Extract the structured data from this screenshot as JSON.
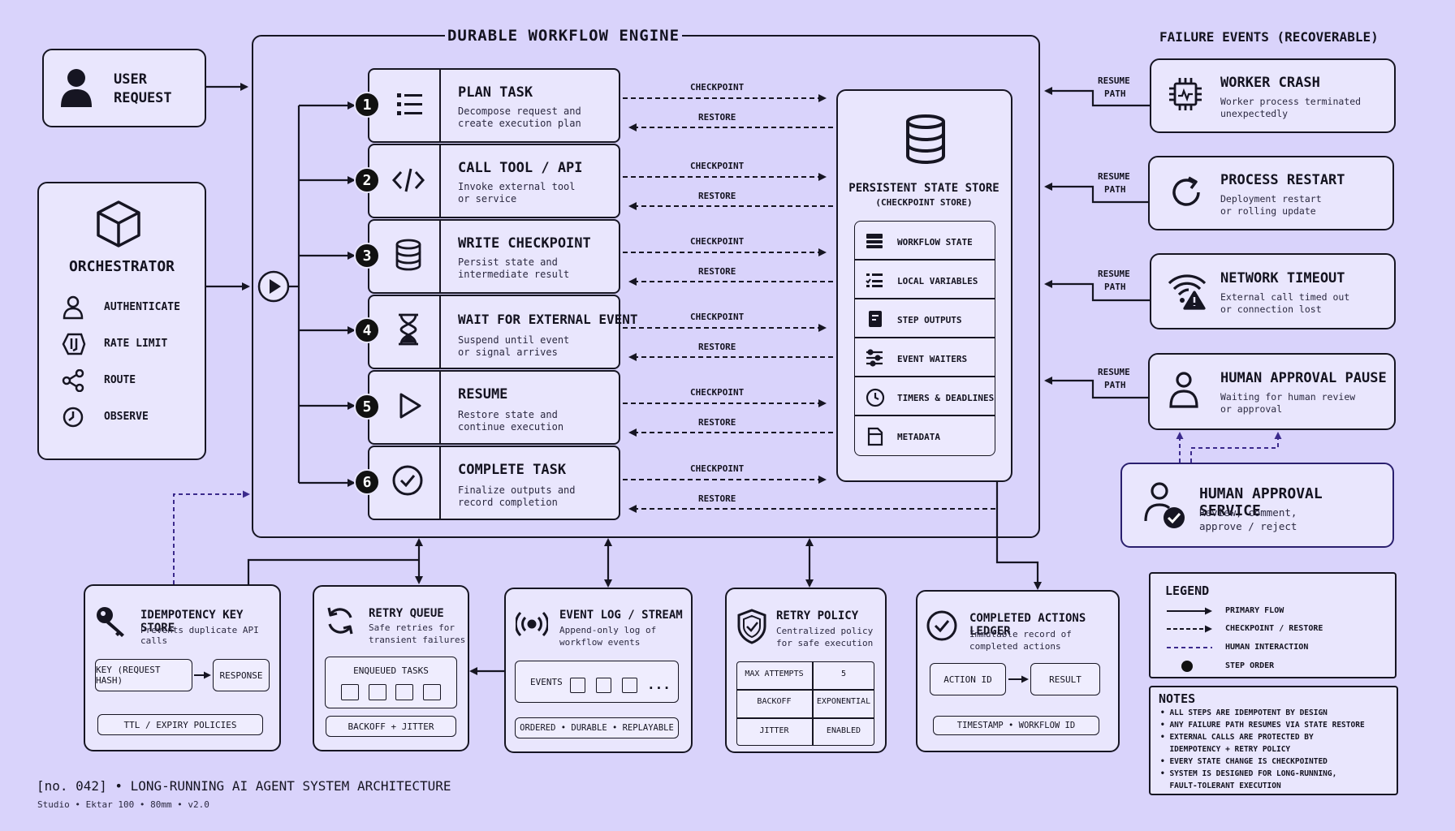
{
  "engine": {
    "title": "DURABLE WORKFLOW ENGINE"
  },
  "user_request": {
    "line1": "USER",
    "line2": "REQUEST"
  },
  "orchestrator": {
    "title": "ORCHESTRATOR",
    "items": [
      {
        "label": "AUTHENTICATE",
        "icon": "user-icon"
      },
      {
        "label": "RATE LIMIT",
        "icon": "rate-limit-icon"
      },
      {
        "label": "ROUTE",
        "icon": "share-icon"
      },
      {
        "label": "OBSERVE",
        "icon": "clock-icon"
      }
    ]
  },
  "steps": [
    {
      "num": "1",
      "title": "PLAN TASK",
      "d1": "Decompose request and",
      "d2": "create execution plan",
      "icon": "list-icon"
    },
    {
      "num": "2",
      "title": "CALL TOOL / API",
      "d1": "Invoke external tool",
      "d2": "or service",
      "icon": "code-icon"
    },
    {
      "num": "3",
      "title": "WRITE CHECKPOINT",
      "d1": "Persist state and",
      "d2": "intermediate result",
      "icon": "database-icon"
    },
    {
      "num": "4",
      "title": "WAIT FOR EXTERNAL EVENT",
      "d1": "Suspend until event",
      "d2": "or signal arrives",
      "icon": "hourglass-icon"
    },
    {
      "num": "5",
      "title": "RESUME",
      "d1": "Restore state and",
      "d2": "continue execution",
      "icon": "play-icon"
    },
    {
      "num": "6",
      "title": "COMPLETE TASK",
      "d1": "Finalize outputs and",
      "d2": "record completion",
      "icon": "check-circle-icon"
    }
  ],
  "arrows": {
    "checkpoint": "CHECKPOINT",
    "restore": "RESTORE"
  },
  "state_store": {
    "title": "PERSISTENT STATE STORE",
    "subtitle": "(CHECKPOINT STORE)",
    "items": [
      {
        "label": "WORKFLOW STATE",
        "icon": "state-icon"
      },
      {
        "label": "LOCAL VARIABLES",
        "icon": "variables-icon"
      },
      {
        "label": "STEP OUTPUTS",
        "icon": "outputs-icon"
      },
      {
        "label": "EVENT WAITERS",
        "icon": "waiters-icon"
      },
      {
        "label": "TIMERS & DEADLINES",
        "icon": "timer-icon"
      },
      {
        "label": "METADATA",
        "icon": "file-icon"
      }
    ]
  },
  "failures": {
    "heading": "FAILURE EVENTS (RECOVERABLE)",
    "resume": "RESUME",
    "path": "PATH",
    "items": [
      {
        "title": "WORKER CRASH",
        "d1": "Worker process terminated",
        "d2": "unexpectedly",
        "icon": "cpu-icon"
      },
      {
        "title": "PROCESS RESTART",
        "d1": "Deployment restart",
        "d2": "or rolling update",
        "icon": "restart-icon"
      },
      {
        "title": "NETWORK TIMEOUT",
        "d1": "External call timed out",
        "d2": "or connection lost",
        "icon": "wifi-warning-icon"
      },
      {
        "title": "HUMAN APPROVAL PAUSE",
        "d1": "Waiting for human review",
        "d2": "or approval",
        "icon": "person-icon"
      }
    ]
  },
  "approval_service": {
    "title": "HUMAN APPROVAL SERVICE",
    "d1": "Review, comment,",
    "d2": "approve / reject"
  },
  "idempotency": {
    "title": "IDEMPOTENCY KEY STORE",
    "desc": "Prevents duplicate API calls",
    "key": "KEY (REQUEST HASH)",
    "response": "RESPONSE",
    "ttl": "TTL / EXPIRY POLICIES"
  },
  "retry_queue": {
    "title": "RETRY QUEUE",
    "d1": "Safe retries for",
    "d2": "transient failures",
    "enqueued": "ENQUEUED TASKS",
    "backoff": "BACKOFF + JITTER"
  },
  "event_log": {
    "title": "EVENT LOG / STREAM",
    "d1": "Append-only log of",
    "d2": "workflow events",
    "events": "EVENTS",
    "ellipsis": "...",
    "footer": "ORDERED • DURABLE • REPLAYABLE"
  },
  "retry_policy": {
    "title": "RETRY POLICY",
    "d1": "Centralized policy",
    "d2": "for safe execution",
    "rows": [
      {
        "k": "MAX ATTEMPTS",
        "v": "5"
      },
      {
        "k": "BACKOFF",
        "v": "EXPONENTIAL"
      },
      {
        "k": "JITTER",
        "v": "ENABLED"
      }
    ]
  },
  "ledger": {
    "title": "COMPLETED ACTIONS LEDGER",
    "d1": "Immutable record of",
    "d2": "completed actions",
    "action": "ACTION ID",
    "result": "RESULT",
    "footer": "TIMESTAMP • WORKFLOW ID"
  },
  "legend": {
    "title": "LEGEND",
    "items": [
      {
        "label": "PRIMARY FLOW"
      },
      {
        "label": "CHECKPOINT / RESTORE"
      },
      {
        "label": "HUMAN INTERACTION"
      },
      {
        "label": "STEP ORDER"
      }
    ]
  },
  "notes": {
    "title": "NOTES",
    "lines": [
      "• ALL STEPS ARE IDEMPOTENT BY DESIGN",
      "• ANY FAILURE PATH RESUMES VIA STATE RESTORE",
      "• EXTERNAL CALLS ARE PROTECTED BY",
      "  IDEMPOTENCY + RETRY POLICY",
      "• EVERY STATE CHANGE IS CHECKPOINTED",
      "• SYSTEM IS DESIGNED FOR LONG-RUNNING,",
      "  FAULT-TOLERANT EXECUTION"
    ]
  },
  "footer": {
    "title": "[no. 042] • LONG-RUNNING AI AGENT SYSTEM ARCHITECTURE",
    "sub": "Studio • Ektar 100 • 80mm • v2.0"
  },
  "colors": {
    "background": "#d9d3fb",
    "panel": "#e9e6fd",
    "ink": "#161522",
    "accent": "#3b2a8c"
  }
}
